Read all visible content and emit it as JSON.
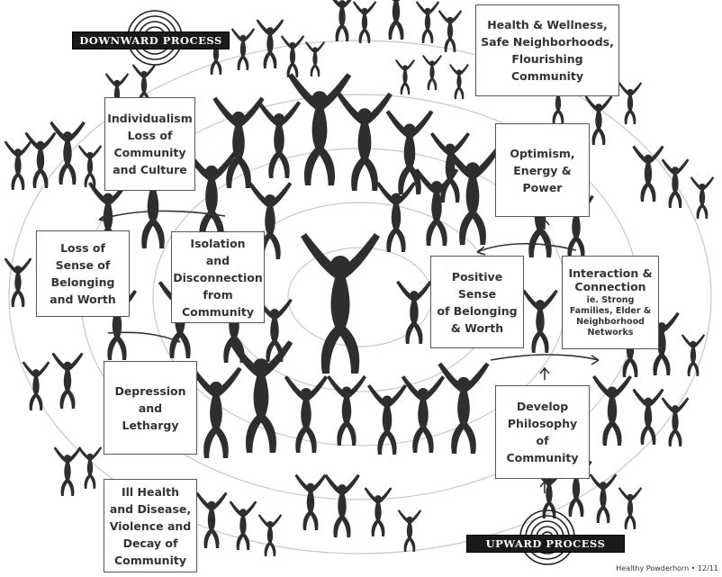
{
  "labels": {
    "downward": "DOWNWARD PROCESS",
    "upward": "UPWARD PROCESS"
  },
  "boxes": {
    "health": [
      "Health & Wellness,",
      "Safe Neighborhoods,",
      "Flourishing",
      "Community"
    ],
    "individualism": [
      "Individualism",
      "Loss of",
      "Community",
      "and Culture"
    ],
    "optimism": [
      "Optimism,",
      "Energy &",
      "Power"
    ],
    "loss_belonging": [
      "Loss of",
      "Sense of",
      "Belonging",
      "and Worth"
    ],
    "isolation": [
      "Isolation",
      "and",
      "Disconnection",
      "from",
      "Community"
    ],
    "positive": [
      "Positive Sense",
      "of Belonging",
      "& Worth"
    ],
    "interaction": {
      "title": [
        "Interaction &",
        "Connection"
      ],
      "detail": [
        "ie. Strong",
        "Families, Elder &",
        "Neighborhood",
        "Networks"
      ]
    },
    "depression": [
      "Depression",
      "and",
      "Lethargy"
    ],
    "philosophy": [
      "Develop",
      "Philosophy of",
      "Community"
    ],
    "ill_health": [
      "Ill Health",
      "and Disease,",
      "Violence and",
      "Decay of",
      "Community"
    ]
  },
  "credit": "Healthy Powderhorn • 12/11"
}
